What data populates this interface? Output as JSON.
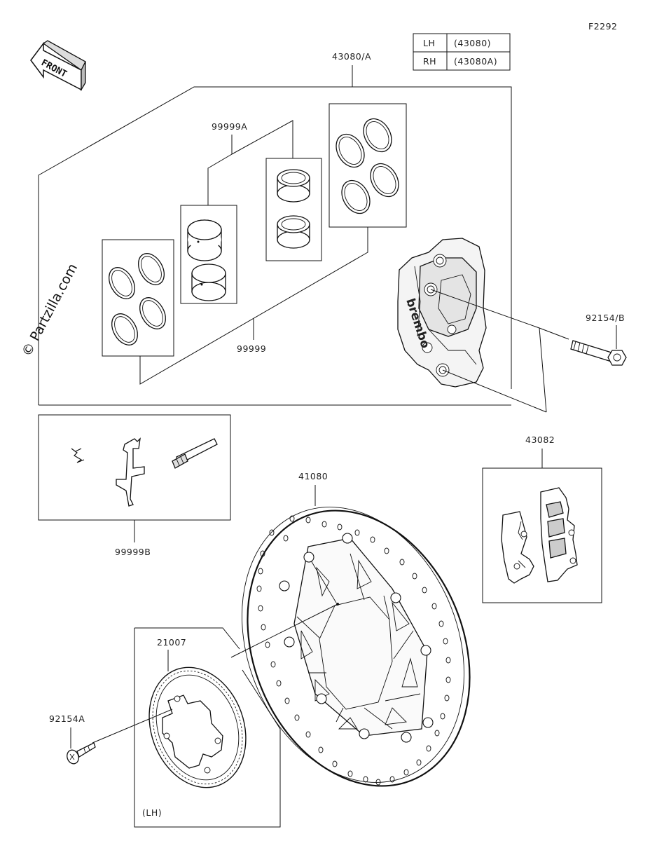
{
  "diagram": {
    "figure_code": "F2292",
    "front_label": "FRONT",
    "watermark": "© Partzilla.com",
    "legend": [
      {
        "side": "LH",
        "part": "(43080)"
      },
      {
        "side": "RH",
        "part": "(43080A)"
      }
    ],
    "parts": {
      "caliper_assembly": "43080/A",
      "piston_set": "99999A",
      "seal_kit": "99999",
      "caliper_bolt": "92154/B",
      "pad_set": "43082",
      "pin_kit": "99999B",
      "brake_disc": "41080",
      "sensor_rotor": "21007",
      "rotor_screw": "92154A"
    },
    "caliper_brand": "brembo",
    "rotor_note": "(LH)"
  }
}
